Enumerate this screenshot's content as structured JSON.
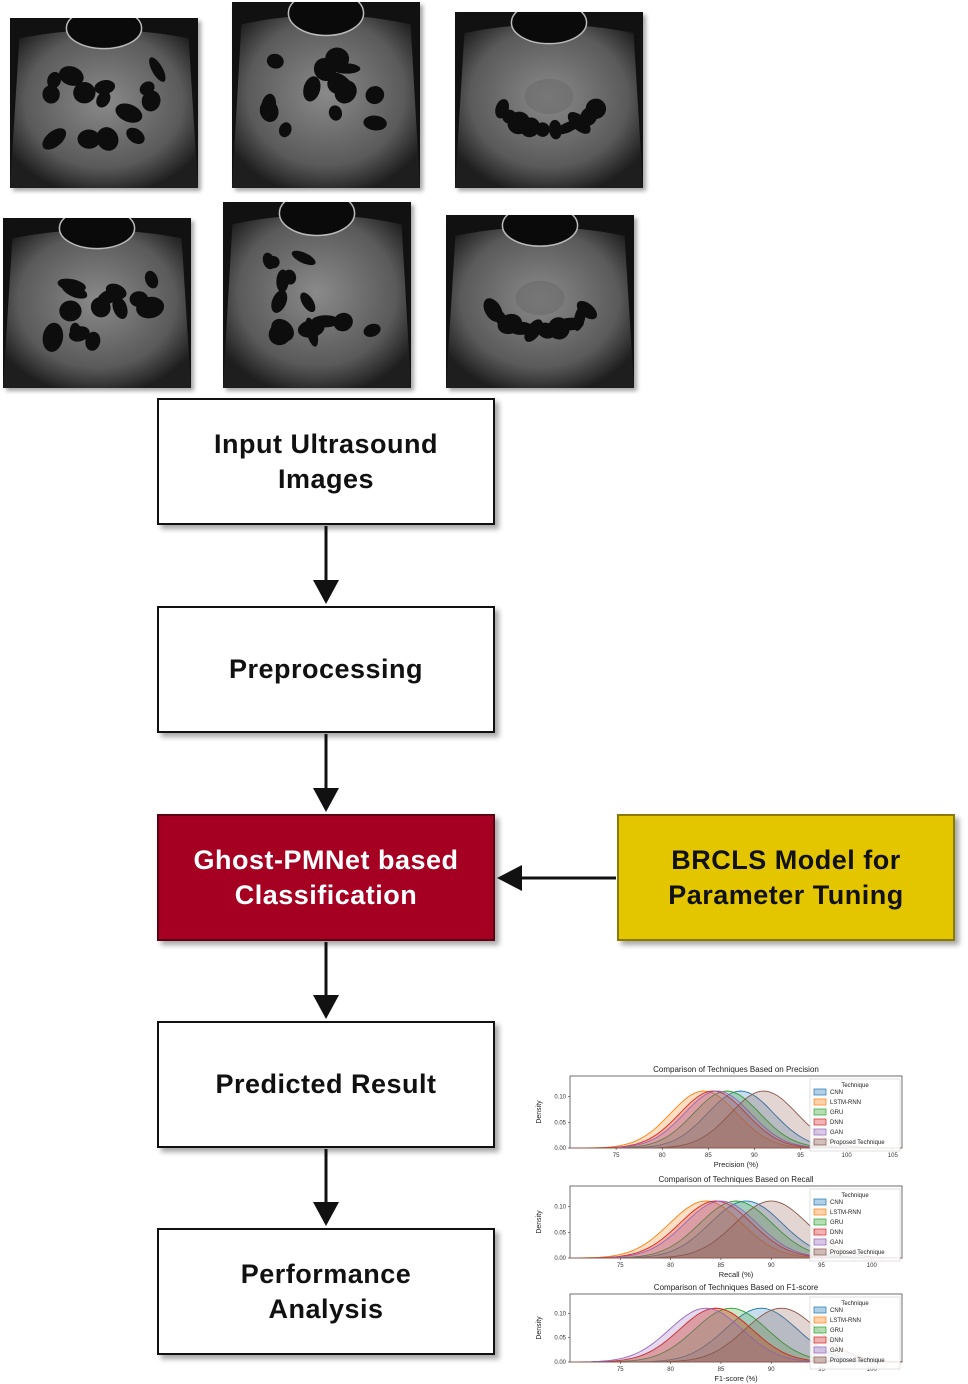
{
  "flow": {
    "input": "Input Ultrasound\nImages",
    "preprocessing": "Preprocessing",
    "classification": "Ghost-PMNet based\nClassification",
    "tuning": "BRCLS Model for\nParameter Tuning",
    "predicted": "Predicted Result",
    "performance": "Performance\nAnalysis"
  },
  "colors": {
    "classification_fill": "#a50021",
    "tuning_fill": "#e3c600"
  },
  "chart_data": [
    {
      "type": "area",
      "title": "Comparison of Techniques Based on Precision",
      "xlabel": "Precision (%)",
      "ylabel": "Density",
      "xticks": [
        "75",
        "80",
        "85",
        "90",
        "95",
        "100",
        "105"
      ],
      "yticks": [
        "0.00",
        "0.05",
        "0.10"
      ],
      "xlim": [
        70,
        106
      ],
      "ylim": [
        0,
        0.14
      ],
      "legend_title": "Technique",
      "legend_position": "right",
      "series": [
        {
          "name": "CNN",
          "color": "#1f77b4",
          "mean": 88.5,
          "sd": 3.6
        },
        {
          "name": "LSTM-RNN",
          "color": "#ff7f0e",
          "mean": 84.5,
          "sd": 3.6
        },
        {
          "name": "GRU",
          "color": "#2ca02c",
          "mean": 87.0,
          "sd": 3.6
        },
        {
          "name": "DNN",
          "color": "#d62728",
          "mean": 85.5,
          "sd": 3.6
        },
        {
          "name": "GAN",
          "color": "#9467bd",
          "mean": 86.0,
          "sd": 3.6
        },
        {
          "name": "Proposed Technique",
          "color": "#8c564b",
          "mean": 91.0,
          "sd": 3.6
        }
      ]
    },
    {
      "type": "area",
      "title": "Comparison of Techniques Based on Recall",
      "xlabel": "Recall (%)",
      "ylabel": "Density",
      "xticks": [
        "75",
        "80",
        "85",
        "90",
        "95",
        "100"
      ],
      "yticks": [
        "0.00",
        "0.05",
        "0.10"
      ],
      "xlim": [
        70,
        103
      ],
      "ylim": [
        0,
        0.14
      ],
      "legend_title": "Technique",
      "legend_position": "right",
      "series": [
        {
          "name": "CNN",
          "color": "#1f77b4",
          "mean": 87.5,
          "sd": 3.6
        },
        {
          "name": "LSTM-RNN",
          "color": "#ff7f0e",
          "mean": 83.5,
          "sd": 3.6
        },
        {
          "name": "GRU",
          "color": "#2ca02c",
          "mean": 86.5,
          "sd": 3.6
        },
        {
          "name": "DNN",
          "color": "#d62728",
          "mean": 84.5,
          "sd": 3.6
        },
        {
          "name": "GAN",
          "color": "#9467bd",
          "mean": 85.0,
          "sd": 3.6
        },
        {
          "name": "Proposed Technique",
          "color": "#8c564b",
          "mean": 90.0,
          "sd": 3.6
        }
      ]
    },
    {
      "type": "area",
      "title": "Comparison of Techniques Based on F1-score",
      "xlabel": "F1-score (%)",
      "ylabel": "Density",
      "xticks": [
        "75",
        "80",
        "85",
        "90",
        "95",
        "100"
      ],
      "yticks": [
        "0.00",
        "0.05",
        "0.10"
      ],
      "xlim": [
        70,
        103
      ],
      "ylim": [
        0,
        0.14
      ],
      "legend_title": "Technique",
      "legend_position": "right",
      "series": [
        {
          "name": "CNN",
          "color": "#1f77b4",
          "mean": 89.0,
          "sd": 3.6
        },
        {
          "name": "LSTM-RNN",
          "color": "#ff7f0e",
          "mean": 84.5,
          "sd": 3.6
        },
        {
          "name": "GRU",
          "color": "#2ca02c",
          "mean": 86.0,
          "sd": 3.6
        },
        {
          "name": "DNN",
          "color": "#d62728",
          "mean": 84.5,
          "sd": 3.6
        },
        {
          "name": "GAN",
          "color": "#9467bd",
          "mean": 83.5,
          "sd": 3.6
        },
        {
          "name": "Proposed Technique",
          "color": "#8c564b",
          "mean": 91.0,
          "sd": 3.6
        }
      ]
    }
  ]
}
